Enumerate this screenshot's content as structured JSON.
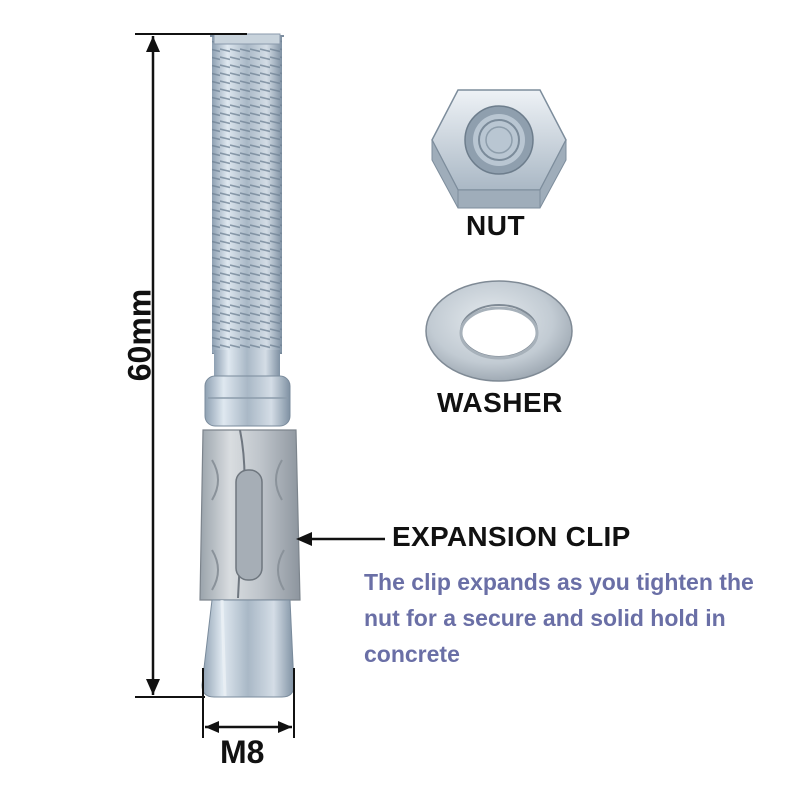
{
  "labels": {
    "nut": "NUT",
    "washer": "WASHER",
    "expansion_clip": "EXPANSION CLIP",
    "clip_description": "The clip expands as you tighten the nut for a secure and solid hold in concrete",
    "length": "60mm",
    "diameter": "M8"
  },
  "colors": {
    "text": "#111111",
    "description": "#6a6fa6",
    "zinc": "#b8c6d2"
  }
}
